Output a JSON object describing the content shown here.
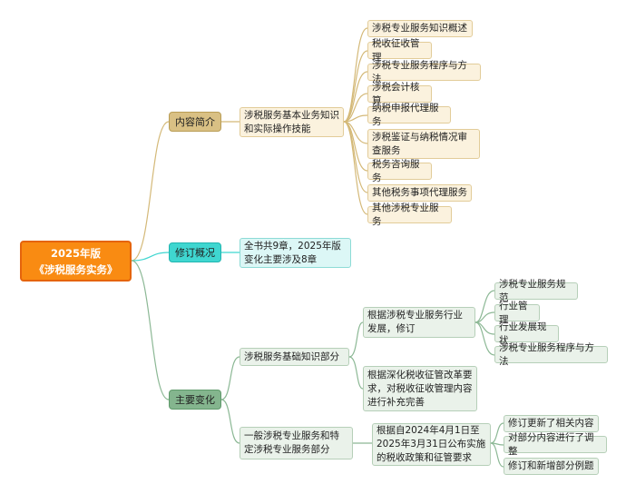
{
  "root": {
    "line1": "2025年版",
    "line2": "《涉税服务实务》"
  },
  "categories": {
    "intro": "内容简介",
    "revision": "修订概况",
    "changes": "主要变化"
  },
  "intro": {
    "summary": "涉税服务基本业务知识和实际操作技能",
    "items": [
      "涉税专业服务知识概述",
      "税收征收管理",
      "涉税专业服务程序与方法",
      "涉税会计核算",
      "纳税申报代理服务",
      "涉税鉴证与纳税情况审查服务",
      "税务咨询服务",
      "其他税务事项代理服务",
      "其他涉税专业服务"
    ]
  },
  "revision": {
    "summary": "全书共9章，2025年版变化主要涉及8章"
  },
  "changes": {
    "basic": {
      "label": "涉税服务基础知识部分",
      "sub1": "根据涉税专业服务行业发展，修订",
      "sub1_items": [
        "涉税专业服务规范",
        "行业管理",
        "行业发展现状",
        "涉税专业服务程序与方法"
      ],
      "sub2": "根据深化税收征管改革要求，对税收征收管理内容进行补充完善"
    },
    "general": {
      "label": "一般涉税专业服务和特定涉税专业服务部分",
      "sub": "根据自2024年4月1日至2025年3月31日公布实施的税收政策和征管要求",
      "sub_items": [
        "修订更新了相关内容",
        "对部分内容进行了调整",
        "修订和新增部分例题"
      ]
    }
  },
  "colors": {
    "root": "#f98b12",
    "intro": "#d9c084",
    "revision": "#3fd6d0",
    "changes": "#84b58e"
  }
}
